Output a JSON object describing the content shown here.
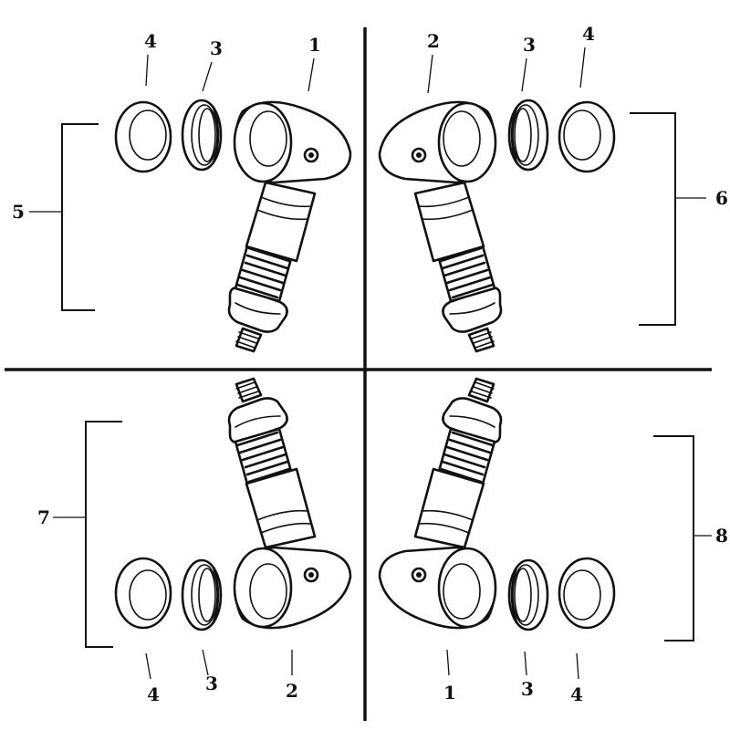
{
  "diagram": {
    "quadrants": [
      {
        "id": "top-left",
        "callouts": {
          "body": "1",
          "gasket": "3",
          "lens": "4",
          "assembly": "5"
        }
      },
      {
        "id": "top-right",
        "callouts": {
          "body": "2",
          "gasket": "3",
          "lens": "4",
          "assembly": "6"
        }
      },
      {
        "id": "bottom-left",
        "callouts": {
          "body": "2",
          "gasket": "3",
          "lens": "4",
          "assembly": "7"
        }
      },
      {
        "id": "bottom-right",
        "callouts": {
          "body": "1",
          "gasket": "3",
          "lens": "4",
          "assembly": "8"
        }
      }
    ]
  }
}
